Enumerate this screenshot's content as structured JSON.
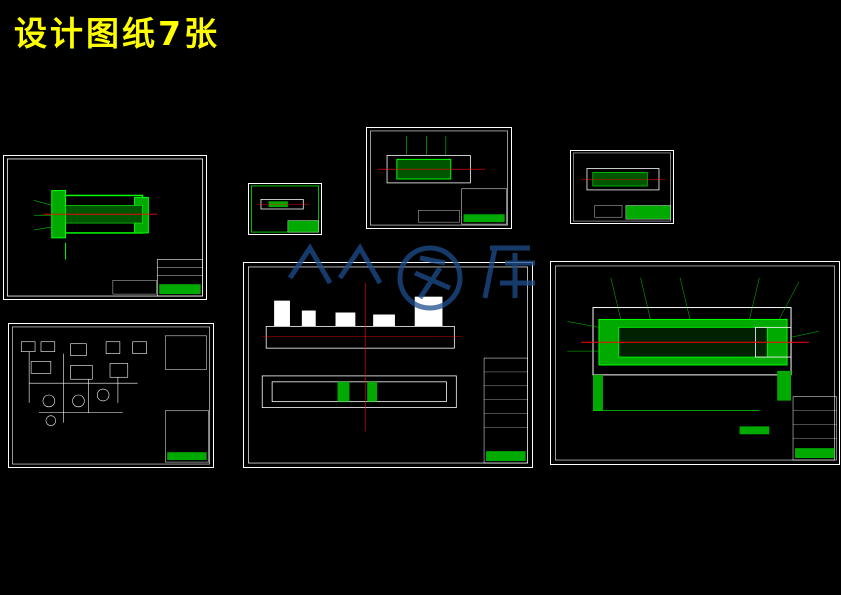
{
  "page": {
    "title": "设计图纸7张"
  },
  "colors": {
    "background": "#000000",
    "title": "#ffff00",
    "line": "#00ff00",
    "frame": "#ffffff",
    "axis": "#ff0000",
    "watermark": "#1e4f8f"
  },
  "sheets": [
    {
      "id": "sheet-1",
      "kind": "cylinder-assembly"
    },
    {
      "id": "sheet-2",
      "kind": "small-part"
    },
    {
      "id": "sheet-3",
      "kind": "part-drawing"
    },
    {
      "id": "sheet-4",
      "kind": "small-assembly"
    },
    {
      "id": "sheet-5",
      "kind": "hydraulic-schematic"
    },
    {
      "id": "sheet-6",
      "kind": "machine-assembly"
    },
    {
      "id": "sheet-7",
      "kind": "cylinder-assembly-large"
    }
  ],
  "watermark": {
    "kind": "logo"
  }
}
